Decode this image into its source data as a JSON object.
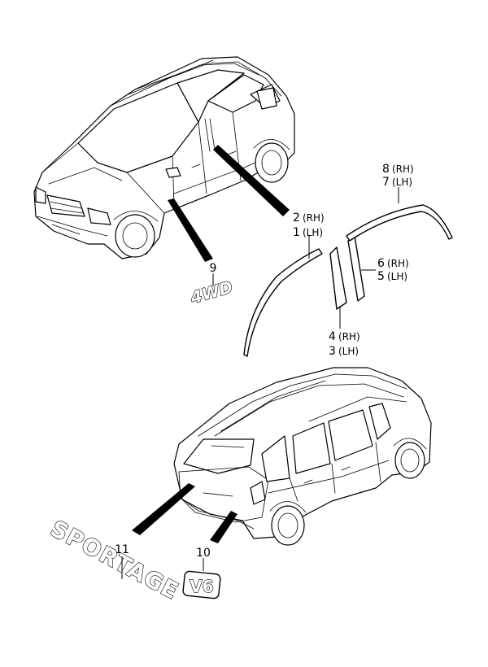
{
  "callouts": {
    "p1": "1",
    "p1_side": "(LH)",
    "p2": "2",
    "p2_side": "(RH)",
    "p3": "3",
    "p3_side": "(LH)",
    "p4": "4",
    "p4_side": "(RH)",
    "p5": "5",
    "p5_side": "(LH)",
    "p6": "6",
    "p6_side": "(RH)",
    "p7": "7",
    "p7_side": "(LH)",
    "p8": "8",
    "p8_side": "(RH)",
    "p9": "9",
    "p10": "10",
    "p11": "11"
  },
  "emblems": {
    "awd": "4WD",
    "model": "SPORTAGE",
    "engine": "V6"
  },
  "colors": {
    "line": "#000000",
    "background": "#ffffff"
  }
}
